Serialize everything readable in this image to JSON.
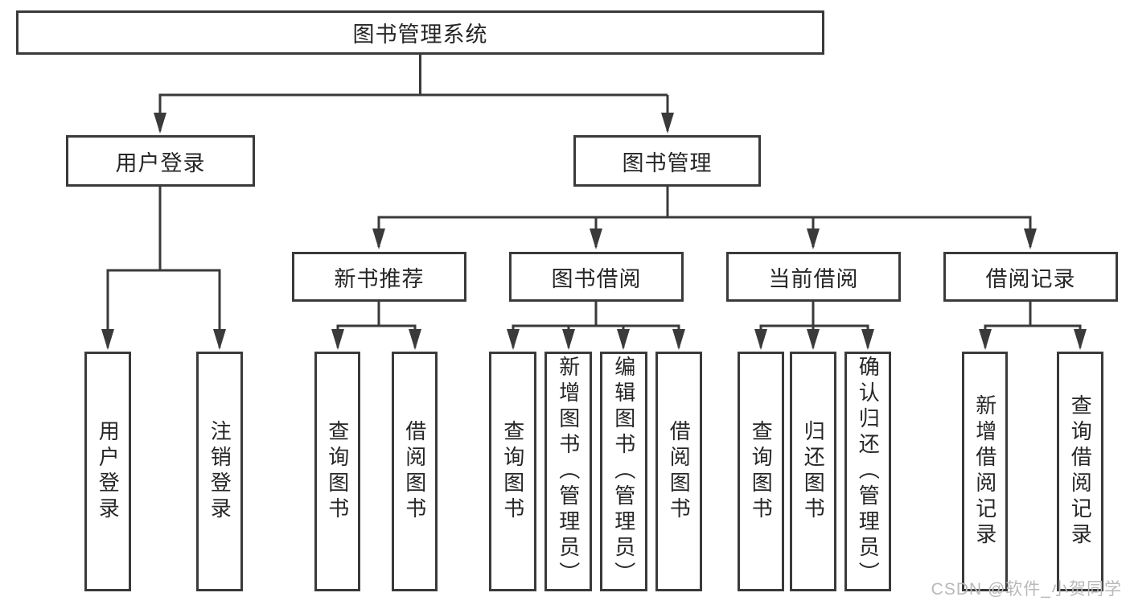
{
  "root": {
    "label": "图书管理系统"
  },
  "branches": {
    "user_login": {
      "label": "用户登录",
      "leaves": [
        "用户登录",
        "注销登录"
      ]
    },
    "book_mgmt": {
      "label": "图书管理",
      "sections": [
        {
          "label": "新书推荐",
          "leaves": [
            "查询图书",
            "借阅图书"
          ]
        },
        {
          "label": "图书借阅",
          "leaves": [
            "查询图书",
            "新增图书（管理员）",
            "编辑图书（管理员）",
            "借阅图书"
          ]
        },
        {
          "label": "当前借阅",
          "leaves": [
            "查询图书",
            "归还图书",
            "确认归还（管理员）"
          ]
        },
        {
          "label": "借阅记录",
          "leaves": [
            "新增借阅记录",
            "查询借阅记录"
          ]
        }
      ]
    }
  },
  "watermark": "CSDN @软件_小贺同学",
  "colors": {
    "border": "#3a3a3a",
    "line": "#3a3a3a",
    "text": "#262626",
    "watermark": "#b9b9b9",
    "background": "#ffffff"
  }
}
